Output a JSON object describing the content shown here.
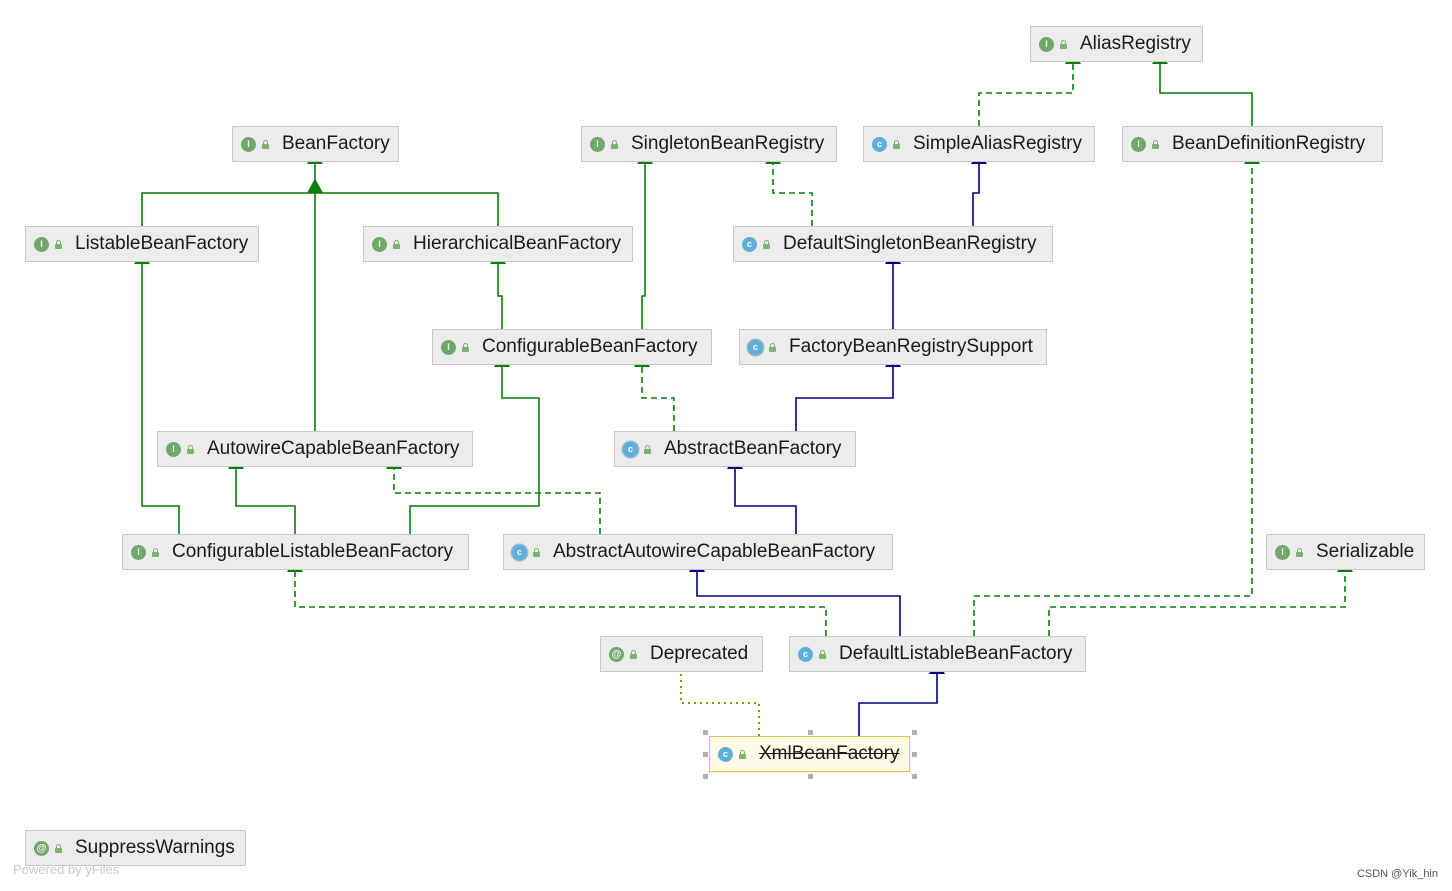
{
  "colors": {
    "extends": "#000080",
    "implements": "#0a7d0a",
    "annotation_link": "#8a9a00"
  },
  "nodes": [
    {
      "id": "AliasRegistry",
      "label": "AliasRegistry",
      "kind": "interface",
      "icon": "interface-icon"
    },
    {
      "id": "BeanFactory",
      "label": "BeanFactory",
      "kind": "interface",
      "icon": "interface-icon"
    },
    {
      "id": "SingletonBeanRegistry",
      "label": "SingletonBeanRegistry",
      "kind": "interface",
      "icon": "interface-icon"
    },
    {
      "id": "SimpleAliasRegistry",
      "label": "SimpleAliasRegistry",
      "kind": "class",
      "icon": "class-icon"
    },
    {
      "id": "BeanDefinitionRegistry",
      "label": "BeanDefinitionRegistry",
      "kind": "interface",
      "icon": "interface-icon"
    },
    {
      "id": "ListableBeanFactory",
      "label": "ListableBeanFactory",
      "kind": "interface",
      "icon": "interface-icon"
    },
    {
      "id": "HierarchicalBeanFactory",
      "label": "HierarchicalBeanFactory",
      "kind": "interface",
      "icon": "interface-icon"
    },
    {
      "id": "DefaultSingletonBeanRegistry",
      "label": "DefaultSingletonBeanRegistry",
      "kind": "class",
      "icon": "class-icon"
    },
    {
      "id": "ConfigurableBeanFactory",
      "label": "ConfigurableBeanFactory",
      "kind": "interface",
      "icon": "interface-icon"
    },
    {
      "id": "FactoryBeanRegistrySupport",
      "label": "FactoryBeanRegistrySupport",
      "kind": "abstract",
      "icon": "abstract-class-icon"
    },
    {
      "id": "AutowireCapableBeanFactory",
      "label": "AutowireCapableBeanFactory",
      "kind": "interface",
      "icon": "interface-icon"
    },
    {
      "id": "AbstractBeanFactory",
      "label": "AbstractBeanFactory",
      "kind": "abstract",
      "icon": "abstract-class-icon"
    },
    {
      "id": "ConfigurableListableBeanFactory",
      "label": "ConfigurableListableBeanFactory",
      "kind": "interface",
      "icon": "interface-icon"
    },
    {
      "id": "AbstractAutowireCapableBeanFactory",
      "label": "AbstractAutowireCapableBeanFactory",
      "kind": "abstract",
      "icon": "abstract-class-icon"
    },
    {
      "id": "Serializable",
      "label": "Serializable",
      "kind": "interface",
      "icon": "interface-icon"
    },
    {
      "id": "Deprecated",
      "label": "Deprecated",
      "kind": "annotation",
      "icon": "annotation-icon"
    },
    {
      "id": "DefaultListableBeanFactory",
      "label": "DefaultListableBeanFactory",
      "kind": "class",
      "icon": "class-icon"
    },
    {
      "id": "XmlBeanFactory",
      "label": "XmlBeanFactory",
      "kind": "class",
      "icon": "class-icon",
      "deprecated": true,
      "selected": true
    },
    {
      "id": "SuppressWarnings",
      "label": "SuppressWarnings",
      "kind": "annotation",
      "icon": "annotation-icon"
    }
  ],
  "edges": [
    {
      "from": "SimpleAliasRegistry",
      "to": "AliasRegistry",
      "type": "implements"
    },
    {
      "from": "BeanDefinitionRegistry",
      "to": "AliasRegistry",
      "type": "interface-extends"
    },
    {
      "from": "ListableBeanFactory",
      "to": "BeanFactory",
      "type": "interface-extends"
    },
    {
      "from": "HierarchicalBeanFactory",
      "to": "BeanFactory",
      "type": "interface-extends"
    },
    {
      "from": "DefaultSingletonBeanRegistry",
      "to": "SingletonBeanRegistry",
      "type": "implements"
    },
    {
      "from": "DefaultSingletonBeanRegistry",
      "to": "SimpleAliasRegistry",
      "type": "extends"
    },
    {
      "from": "ConfigurableBeanFactory",
      "to": "HierarchicalBeanFactory",
      "type": "interface-extends"
    },
    {
      "from": "ConfigurableBeanFactory",
      "to": "SingletonBeanRegistry",
      "type": "interface-extends"
    },
    {
      "from": "FactoryBeanRegistrySupport",
      "to": "DefaultSingletonBeanRegistry",
      "type": "extends"
    },
    {
      "from": "AutowireCapableBeanFactory",
      "to": "BeanFactory",
      "type": "interface-extends"
    },
    {
      "from": "AbstractBeanFactory",
      "to": "ConfigurableBeanFactory",
      "type": "implements"
    },
    {
      "from": "AbstractBeanFactory",
      "to": "FactoryBeanRegistrySupport",
      "type": "extends"
    },
    {
      "from": "ConfigurableListableBeanFactory",
      "to": "ListableBeanFactory",
      "type": "interface-extends"
    },
    {
      "from": "ConfigurableListableBeanFactory",
      "to": "AutowireCapableBeanFactory",
      "type": "interface-extends"
    },
    {
      "from": "ConfigurableListableBeanFactory",
      "to": "ConfigurableBeanFactory",
      "type": "interface-extends"
    },
    {
      "from": "AbstractAutowireCapableBeanFactory",
      "to": "AutowireCapableBeanFactory",
      "type": "implements"
    },
    {
      "from": "AbstractAutowireCapableBeanFactory",
      "to": "AbstractBeanFactory",
      "type": "extends"
    },
    {
      "from": "DefaultListableBeanFactory",
      "to": "ConfigurableListableBeanFactory",
      "type": "implements"
    },
    {
      "from": "DefaultListableBeanFactory",
      "to": "AbstractAutowireCapableBeanFactory",
      "type": "extends"
    },
    {
      "from": "DefaultListableBeanFactory",
      "to": "BeanDefinitionRegistry",
      "type": "implements"
    },
    {
      "from": "DefaultListableBeanFactory",
      "to": "Serializable",
      "type": "implements"
    },
    {
      "from": "XmlBeanFactory",
      "to": "DefaultListableBeanFactory",
      "type": "extends"
    },
    {
      "from": "XmlBeanFactory",
      "to": "Deprecated",
      "type": "annotated"
    }
  ],
  "footer": {
    "powered_by": "Powered by yFiles",
    "watermark": "CSDN @Yik_hin"
  }
}
